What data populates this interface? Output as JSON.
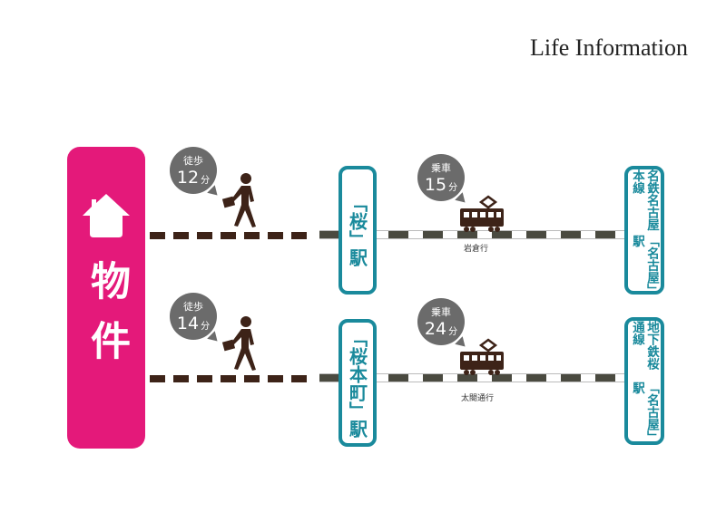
{
  "title": "Life Information",
  "property": {
    "label": "物件"
  },
  "colors": {
    "property": "#e4197a",
    "station": "#1a8a9c",
    "figure": "#3d2318",
    "bubble": "#6b6b6b"
  },
  "routes": [
    {
      "walk": {
        "kind": "徒歩",
        "minutes": "12",
        "unit": "分"
      },
      "station": "「桜」駅",
      "ride": {
        "kind": "乗車",
        "minutes": "15",
        "unit": "分"
      },
      "direction": "岩倉行",
      "destination": {
        "line": "名鉄名古屋本線",
        "name": "「名古屋」駅"
      }
    },
    {
      "walk": {
        "kind": "徒歩",
        "minutes": "14",
        "unit": "分"
      },
      "station": "「桜本町」駅",
      "ride": {
        "kind": "乗車",
        "minutes": "24",
        "unit": "分"
      },
      "direction": "太閤通行",
      "destination": {
        "line": "地下鉄桜通線",
        "name": "「名古屋」駅"
      }
    }
  ]
}
